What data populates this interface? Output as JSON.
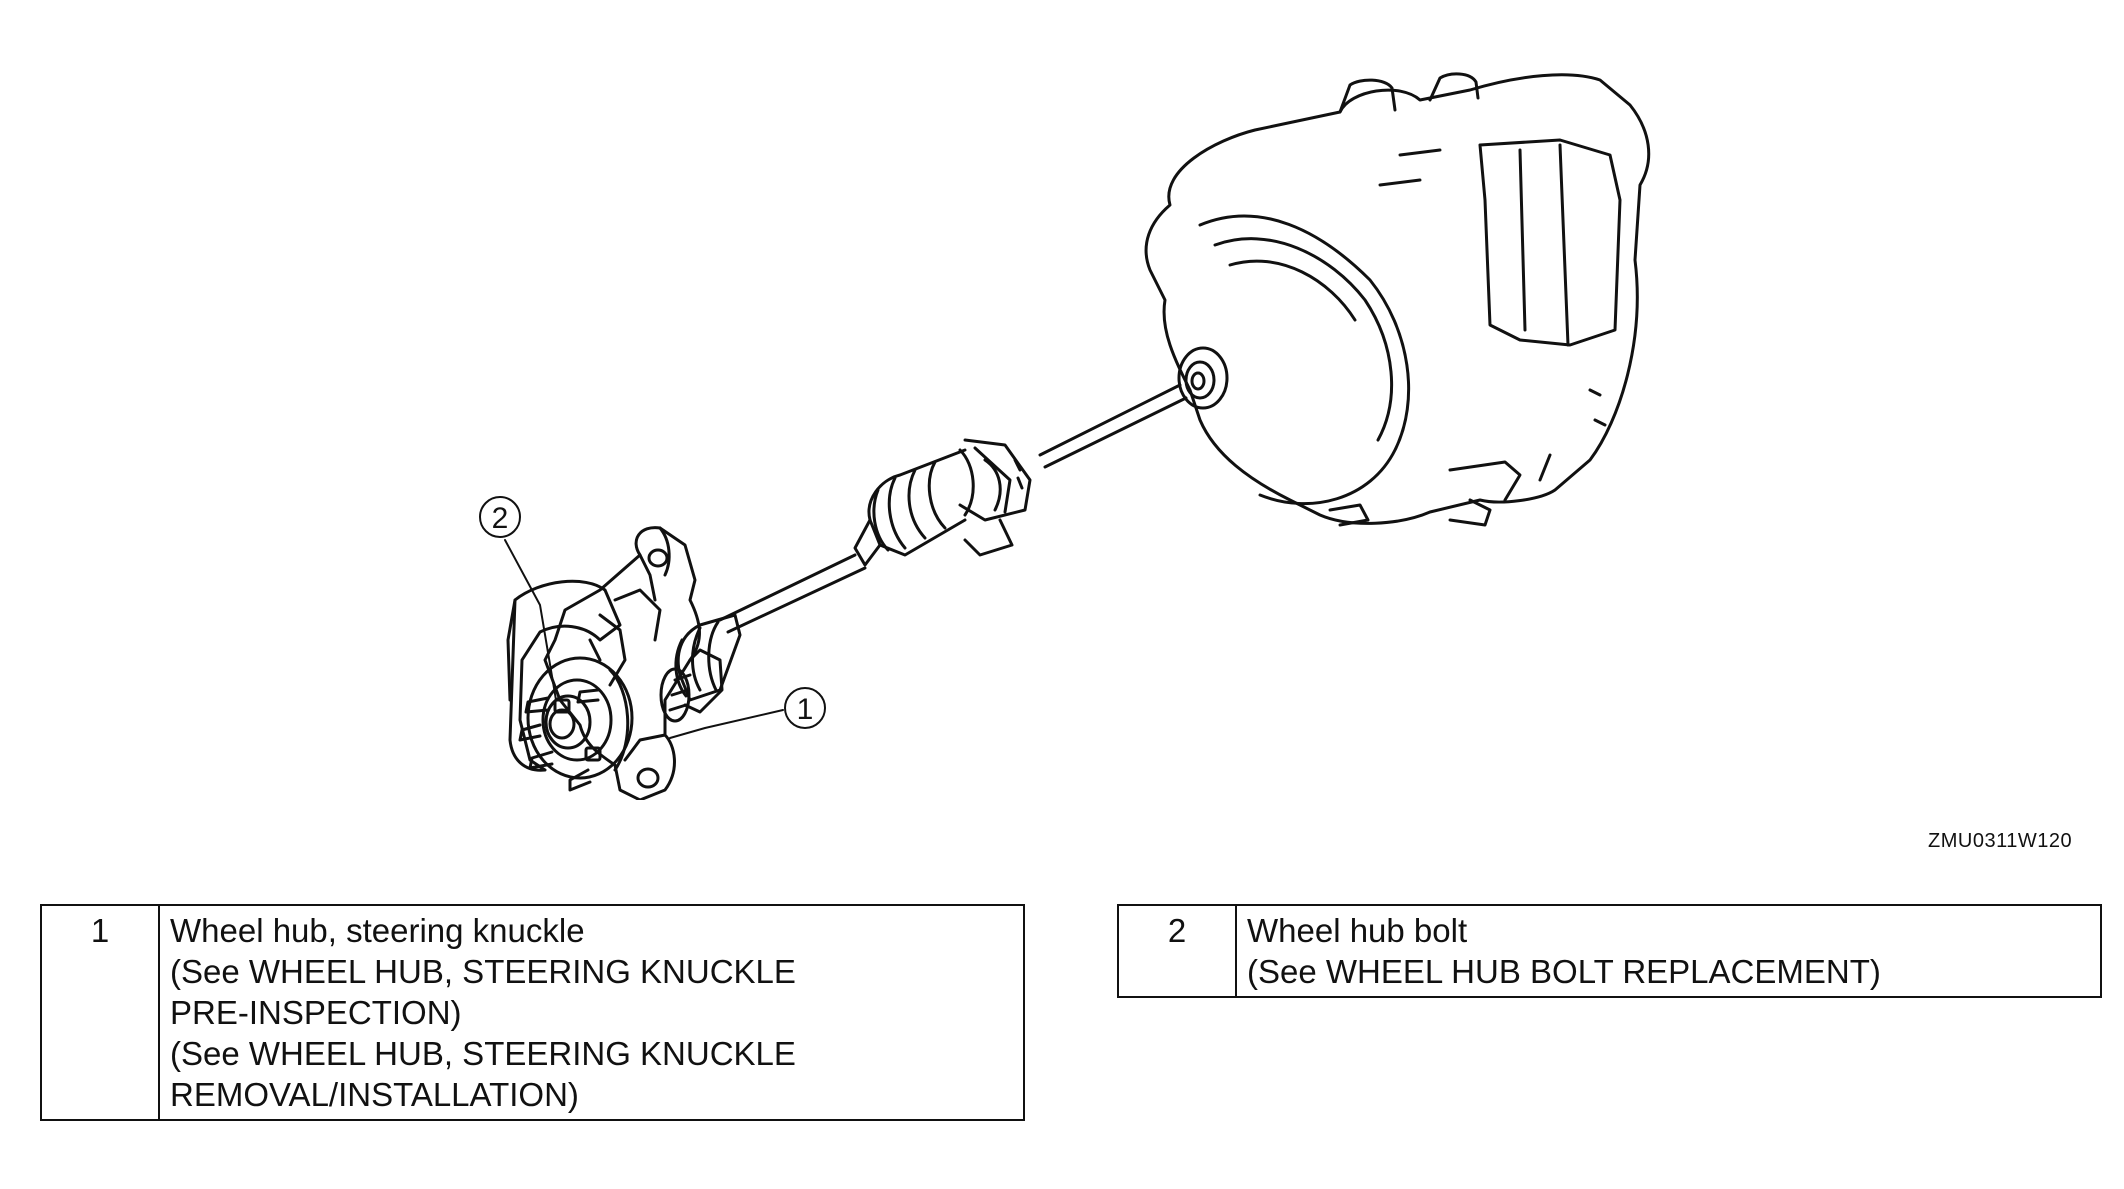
{
  "diagram": {
    "callouts": [
      {
        "number": "1"
      },
      {
        "number": "2"
      }
    ],
    "reference_code": "ZMU0311W120"
  },
  "legend": [
    {
      "number": "1",
      "lines": [
        "Wheel hub, steering knuckle",
        "(See WHEEL HUB, STEERING KNUCKLE",
        "PRE-INSPECTION)",
        "(See WHEEL HUB, STEERING KNUCKLE",
        "REMOVAL/INSTALLATION)"
      ]
    },
    {
      "number": "2",
      "lines": [
        "Wheel hub bolt",
        "(See WHEEL HUB BOLT REPLACEMENT)"
      ]
    }
  ]
}
